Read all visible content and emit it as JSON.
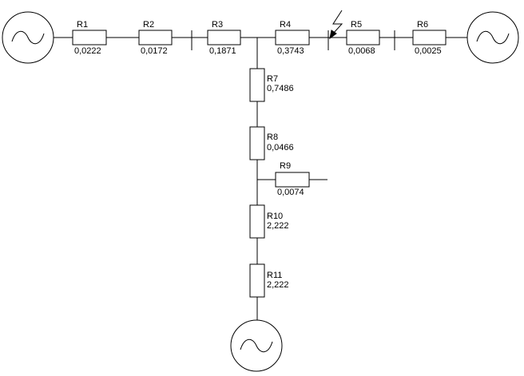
{
  "diagram": {
    "type": "single-line electrical network (resistances)",
    "resistors": [
      {
        "id": "r1",
        "name": "R1",
        "value": "0,0222"
      },
      {
        "id": "r2",
        "name": "R2",
        "value": "0,0172"
      },
      {
        "id": "r3",
        "name": "R3",
        "value": "0,1871"
      },
      {
        "id": "r4",
        "name": "R4",
        "value": "0,3743"
      },
      {
        "id": "r5",
        "name": "R5",
        "value": "0,0068"
      },
      {
        "id": "r6",
        "name": "R6",
        "value": "0,0025"
      },
      {
        "id": "r7",
        "name": "R7",
        "value": "0,7486"
      },
      {
        "id": "r8",
        "name": "R8",
        "value": "0,0466"
      },
      {
        "id": "r9",
        "name": "R9",
        "value": "0,0074"
      },
      {
        "id": "r10",
        "name": "R10",
        "value": "2,222"
      },
      {
        "id": "r11",
        "name": "R11",
        "value": "2,222"
      }
    ],
    "generators": [
      "generator-left",
      "generator-right",
      "generator-bottom"
    ],
    "fault": "short-circuit fault marker at bus between R4 and R5"
  }
}
